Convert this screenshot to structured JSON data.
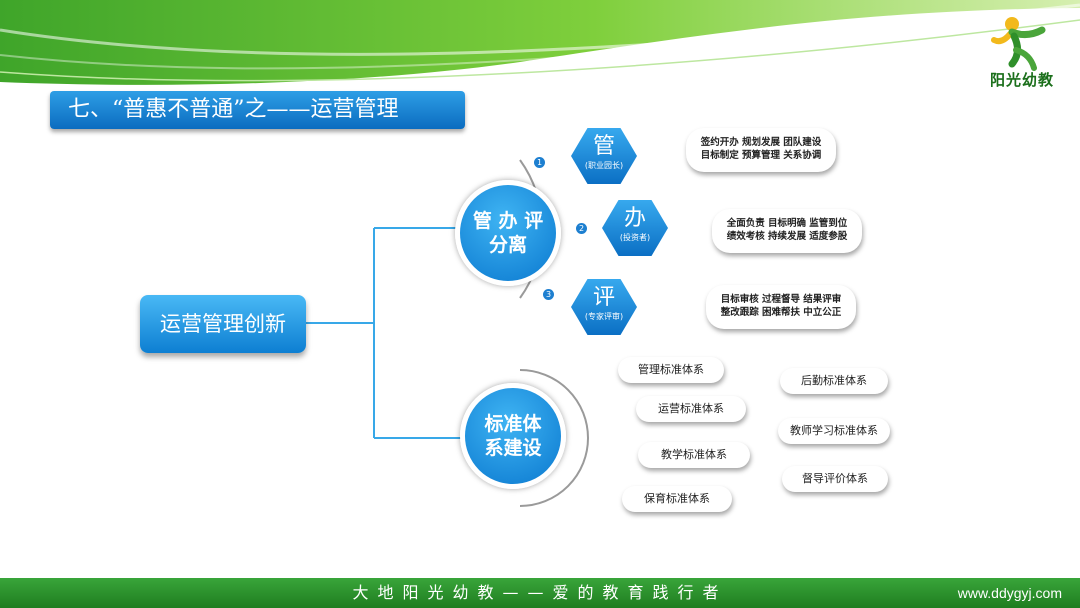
{
  "header": {
    "title": "七、“普惠不普通”之——运营管理"
  },
  "logo": {
    "text": "阳光幼教"
  },
  "root": {
    "label": "运营管理创新"
  },
  "branch1": {
    "label_line1": "管 办 评",
    "label_line2": "分离"
  },
  "branch2": {
    "label_line1": "标准体",
    "label_line2": "系建设"
  },
  "roles": [
    {
      "num": "1",
      "big": "管",
      "small": "(职业园长)",
      "desc_line1": "签约开办  规划发展  团队建设",
      "desc_line2": "目标制定  预算管理  关系协调"
    },
    {
      "num": "2",
      "big": "办",
      "small": "(投资者)",
      "desc_line1": "全面负责  目标明确  监管到位",
      "desc_line2": "绩效考核  持续发展  适度参股"
    },
    {
      "num": "3",
      "big": "评",
      "small": "(专家评审)",
      "desc_line1": "目标审核  过程督导  结果评审",
      "desc_line2": "整改跟踪  困难帮扶  中立公正"
    }
  ],
  "standards": [
    "管理标准体系",
    "运营标准体系",
    "教学标准体系",
    "保育标准体系",
    "后勤标准体系",
    "教师学习标准体系",
    "督导评价体系"
  ],
  "footer": {
    "slogan": "大地阳光幼教——爱的教育践行者",
    "url": "www.ddygyj.com"
  },
  "colors": {
    "primary_blue": "#0b78cf",
    "footer_green": "#2e8f2f"
  }
}
